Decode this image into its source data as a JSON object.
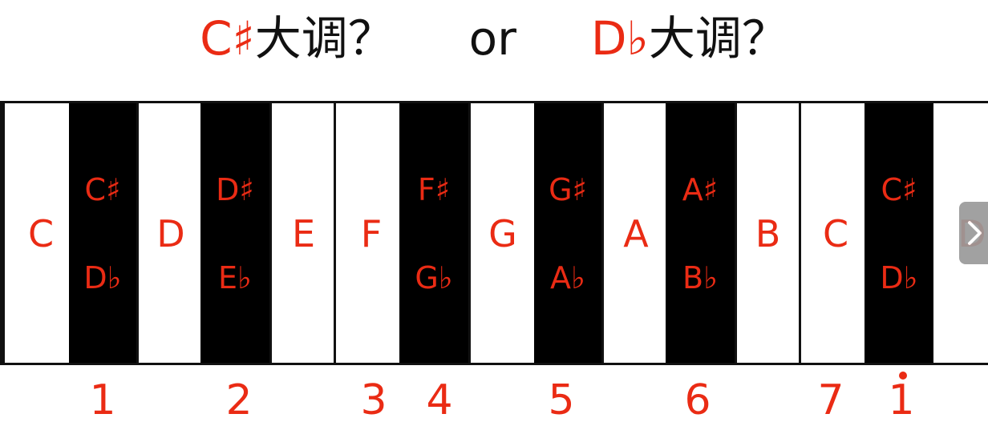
{
  "title": {
    "part1": "C♯",
    "part2": "大调？",
    "part3": "or",
    "part4": "D♭",
    "part5": "大调？"
  },
  "white_keys": [
    "C",
    "D",
    "E",
    "F",
    "G",
    "A",
    "B",
    "C",
    "D"
  ],
  "black_keys": [
    {
      "sharp": "C♯",
      "flat": "D♭"
    },
    {
      "sharp": "D♯",
      "flat": "E♭"
    },
    {
      "sharp": "F♯",
      "flat": "G♭"
    },
    {
      "sharp": "G♯",
      "flat": "A♭"
    },
    {
      "sharp": "A♯",
      "flat": "B♭"
    },
    {
      "sharp": "C♯",
      "flat": "D♭"
    }
  ],
  "degrees": [
    "1",
    "2",
    "3",
    "4",
    "5",
    "6",
    "7",
    "1"
  ],
  "colors": {
    "accent": "#ea2b14",
    "key_black": "#000000",
    "key_white": "#ffffff"
  },
  "icons": {
    "next": "chevron-right-icon"
  }
}
